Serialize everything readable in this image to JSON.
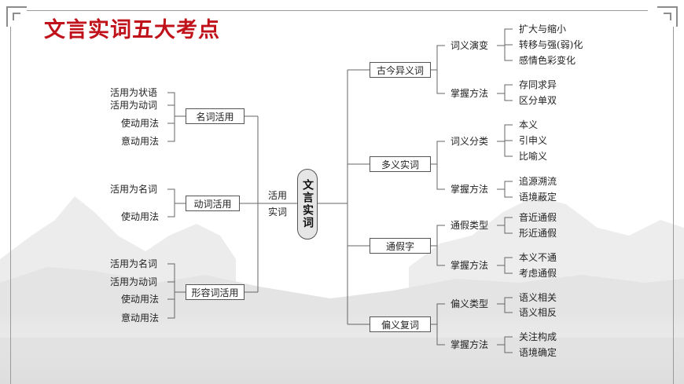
{
  "title": "文言实词五大考点",
  "center": "文言实词",
  "center_label": [
    "活用",
    "实词"
  ],
  "left": [
    {
      "name": "名词活用",
      "items": [
        "活用为状语",
        "活用为动词",
        "使动用法",
        "意动用法"
      ]
    },
    {
      "name": "动词活用",
      "items": [
        "活用为名词",
        "使动用法"
      ]
    },
    {
      "name": "形容词活用",
      "items": [
        "活用为名词",
        "活用为动词",
        "使动用法",
        "意动用法"
      ]
    }
  ],
  "right": [
    {
      "name": "古今异义词",
      "subs": [
        {
          "name": "词义演变",
          "items": [
            "扩大与缩小",
            "转移与强(弱)化",
            "感情色彩变化"
          ]
        },
        {
          "name": "掌握方法",
          "items": [
            "存同求异",
            "区分单双"
          ]
        }
      ]
    },
    {
      "name": "多义实词",
      "subs": [
        {
          "name": "词义分类",
          "items": [
            "本义",
            "引申义",
            "比喻义"
          ]
        },
        {
          "name": "掌握方法",
          "items": [
            "追源溯流",
            "语境蔽定"
          ]
        }
      ]
    },
    {
      "name": "通假字",
      "subs": [
        {
          "name": "通假类型",
          "items": [
            "音近通假",
            "形近通假"
          ]
        },
        {
          "name": "掌握方法",
          "items": [
            "本义不通",
            "考虑通假"
          ]
        }
      ]
    },
    {
      "name": "偏义复词",
      "subs": [
        {
          "name": "偏义类型",
          "items": [
            "语义相关",
            "语义相反"
          ]
        },
        {
          "name": "掌握方法",
          "items": [
            "关注构成",
            "语境确定"
          ]
        }
      ]
    }
  ]
}
